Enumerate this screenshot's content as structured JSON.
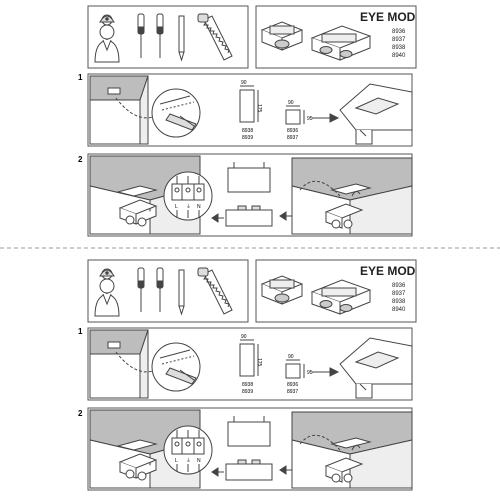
{
  "sheets": [
    {
      "product_title": "EYE MOD",
      "model_codes": [
        "8936",
        "8937",
        "8938",
        "8940"
      ],
      "step1": {
        "number": "1",
        "dim_tall": {
          "width": "90",
          "height": "175",
          "codes": [
            "8938",
            "8939"
          ]
        },
        "dim_square": {
          "width": "90",
          "height": "95",
          "codes": [
            "8936",
            "8937"
          ]
        }
      },
      "step2": {
        "number": "2",
        "terminal_labels": [
          "L",
          "⏚",
          "N"
        ]
      }
    },
    {
      "product_title": "EYE MOD",
      "model_codes": [
        "8936",
        "8937",
        "8938",
        "8940"
      ],
      "step1": {
        "number": "1",
        "dim_tall": {
          "width": "90",
          "height": "175",
          "codes": [
            "8938",
            "8939"
          ]
        },
        "dim_square": {
          "width": "90",
          "height": "95",
          "codes": [
            "8936",
            "8937"
          ]
        }
      },
      "step2": {
        "number": "2",
        "terminal_labels": [
          "L",
          "⏚",
          "N"
        ]
      }
    }
  ],
  "colors": {
    "line": "#444444",
    "gray_fill": "#bdbdbd",
    "divider": "#999999"
  }
}
